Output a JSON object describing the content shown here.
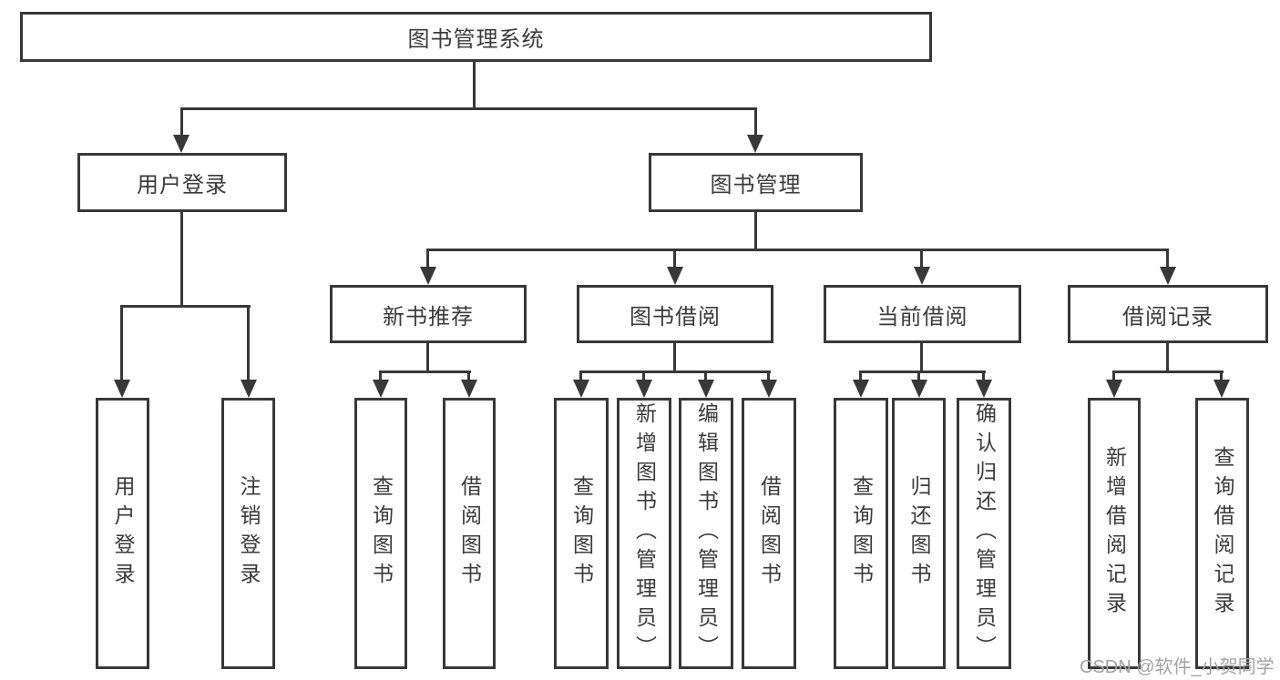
{
  "diagram": {
    "title_node": {
      "label": "图书管理系统"
    },
    "branches": [
      {
        "label": "用户登录",
        "children": [
          {
            "label": "用户登录"
          },
          {
            "label": "注销登录"
          }
        ]
      },
      {
        "label": "图书管理",
        "children": [
          {
            "label": "新书推荐",
            "children": [
              {
                "label": "查询图书"
              },
              {
                "label": "借阅图书"
              }
            ]
          },
          {
            "label": "图书借阅",
            "children": [
              {
                "label": "查询图书"
              },
              {
                "label": "新增图书（管理员）"
              },
              {
                "label": "编辑图书（管理员）"
              },
              {
                "label": "借阅图书"
              }
            ]
          },
          {
            "label": "当前借阅",
            "children": [
              {
                "label": "查询图书"
              },
              {
                "label": "归还图书"
              },
              {
                "label": "确认归还（管理员）"
              }
            ]
          },
          {
            "label": "借阅记录",
            "children": [
              {
                "label": "新增借阅记录"
              },
              {
                "label": "查询借阅记录"
              }
            ]
          }
        ]
      }
    ]
  },
  "watermark": {
    "text": "CSDN @软件_小贺同学"
  },
  "colors": {
    "line": "#383838",
    "text": "#3b3b3b",
    "watermark": "#a3a3a3",
    "background": "#ffffff"
  }
}
